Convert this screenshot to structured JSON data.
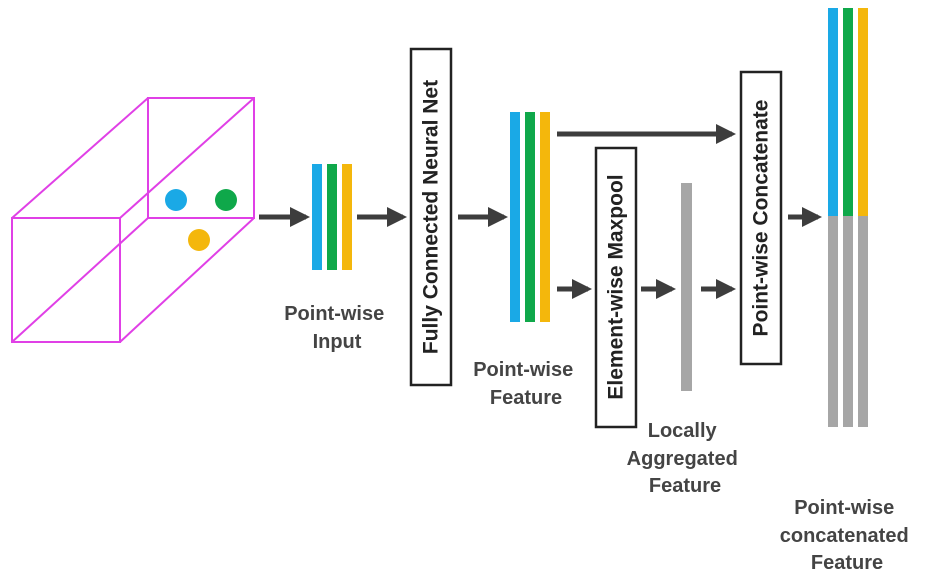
{
  "colors": {
    "box_edge": "#e040e6",
    "blue": "#1aa9e6",
    "green": "#0fa84a",
    "yellow": "#f4b70c",
    "gray": "#a6a6a6",
    "arrow": "#3d3d3d",
    "text": "#444444"
  },
  "labels": {
    "pointwise_input": [
      "Point-wise",
      "Input"
    ],
    "pointwise_feature": [
      "Point-wise",
      "Feature"
    ],
    "locally_aggregated": [
      "Locally",
      "Aggregated",
      "Feature"
    ],
    "pointwise_concatenated": [
      "Point-wise",
      "concatenated",
      "Feature"
    ]
  },
  "ops": {
    "fully_connected": "Fully Connected Neural Net",
    "maxpool": "Element-wise Maxpool",
    "concatenate": "Point-wise Concatenate"
  }
}
